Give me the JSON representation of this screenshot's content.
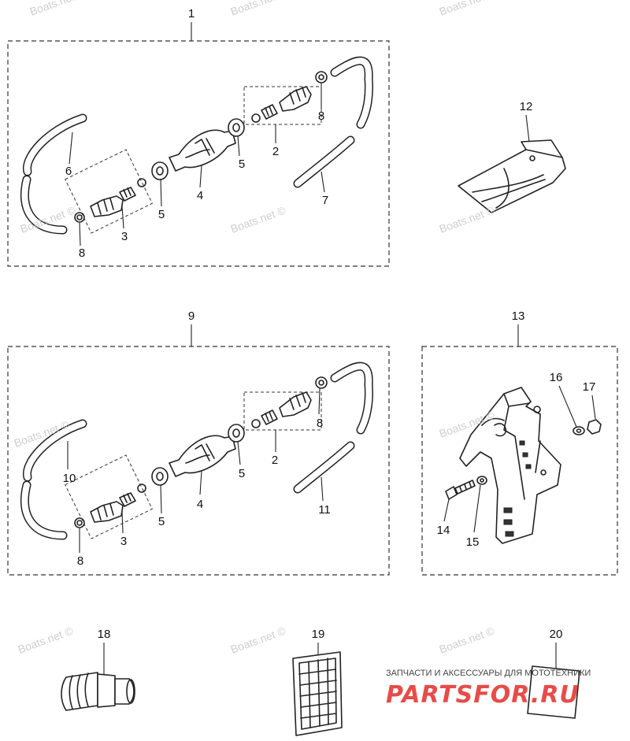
{
  "watermark": "Boats.net ©",
  "callouts": {
    "c1": "1",
    "c2a": "2",
    "c3a": "3",
    "c4a": "4",
    "c5a": "5",
    "c5b": "5",
    "c6": "6",
    "c7": "7",
    "c8a": "8",
    "c8b": "8",
    "c12": "12",
    "c9": "9",
    "c2b": "2",
    "c3b": "3",
    "c4b": "4",
    "c5c": "5",
    "c5d": "5",
    "c10": "10",
    "c11": "11",
    "c8c": "8",
    "c8d": "8",
    "c13": "13",
    "c14": "14",
    "c15": "15",
    "c16": "16",
    "c17": "17",
    "c18": "18",
    "c19": "19",
    "c20": "20"
  },
  "brand": {
    "tagline": "ЗАПЧАСТИ И АКСЕССУАРЫ ДЛЯ МОТОТЕХНИКИ",
    "name": "PARTSFOR.RU",
    "color": "#e53935"
  }
}
